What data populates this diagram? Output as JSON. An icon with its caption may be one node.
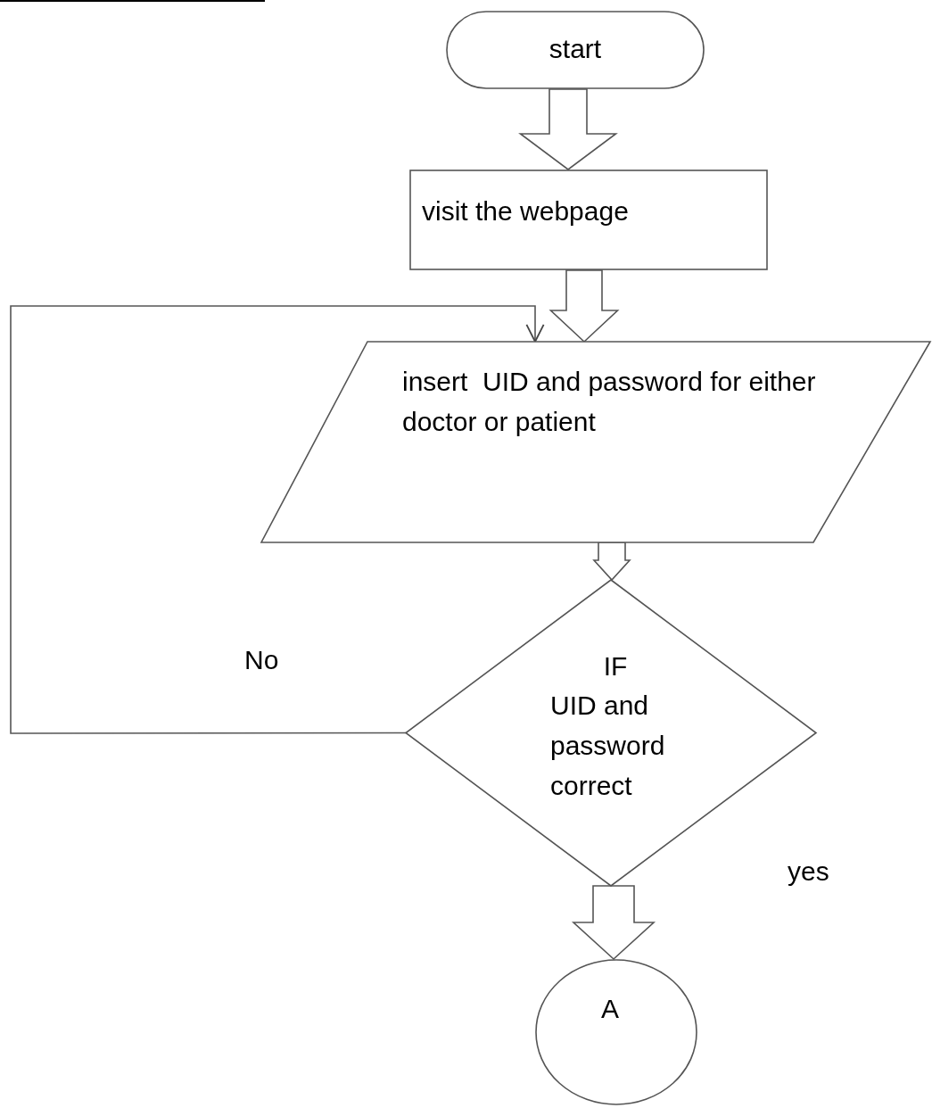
{
  "diagram": {
    "nodes": [
      {
        "text": [
          "start"
        ]
      },
      {
        "text": [
          "visit the webpage"
        ]
      },
      {
        "text": [
          "insert  UID and password for either doctor or patient"
        ]
      },
      {
        "text": [
          "IF",
          "UID and password correct"
        ]
      },
      {
        "text": [
          "A"
        ]
      }
    ],
    "edges": [
      {
        "from": 0,
        "to": 1,
        "arrow": "to"
      },
      {
        "from": 1,
        "to": 2,
        "arrow": "to"
      },
      {
        "from": 2,
        "to": 3,
        "arrow": "to"
      },
      {
        "from": 3,
        "to": 4,
        "arrow": "to"
      },
      {
        "from": 3,
        "to": 2,
        "arrow": "to"
      }
    ],
    "labels": [
      "No",
      "yes"
    ]
  }
}
